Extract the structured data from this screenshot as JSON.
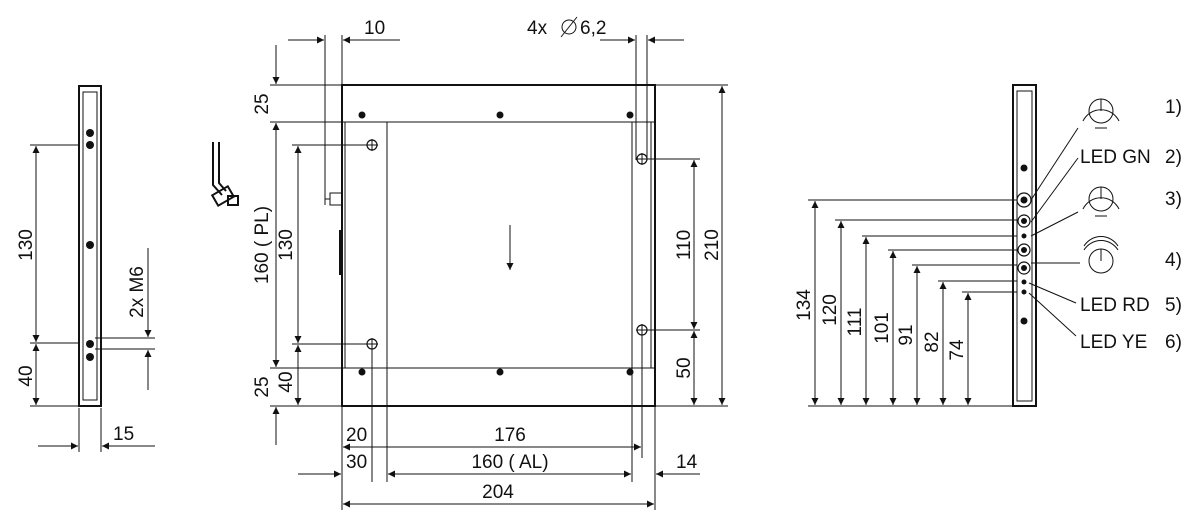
{
  "left_view": {
    "dim_130": "130",
    "dim_40": "40",
    "dim_15": "15",
    "thread_label": "2x M6"
  },
  "front_view": {
    "dim_10": "10",
    "holes_label": "4x",
    "holes_diameter": "6,2",
    "dim_25_top": "25",
    "dim_pl": "160 ( PL)",
    "dim_130": "130",
    "dim_40": "40",
    "dim_25_bottom": "25",
    "dim_110": "110",
    "dim_210": "210",
    "dim_50": "50",
    "dim_20": "20",
    "dim_176": "176",
    "dim_30": "30",
    "dim_al": "160  ( AL)",
    "dim_14": "14",
    "dim_204": "204"
  },
  "right_view": {
    "dim_134": "134",
    "dim_120": "120",
    "dim_111": "111",
    "dim_101": "101",
    "dim_91": "91",
    "dim_82": "82",
    "dim_74": "74",
    "callouts": [
      {
        "label": "",
        "number": "1)"
      },
      {
        "label": "LED GN",
        "number": "2)"
      },
      {
        "label": "",
        "number": "3)"
      },
      {
        "label": "",
        "number": "4)"
      },
      {
        "label": "LED RD",
        "number": "5)"
      },
      {
        "label": "LED YE",
        "number": "6)"
      }
    ]
  }
}
